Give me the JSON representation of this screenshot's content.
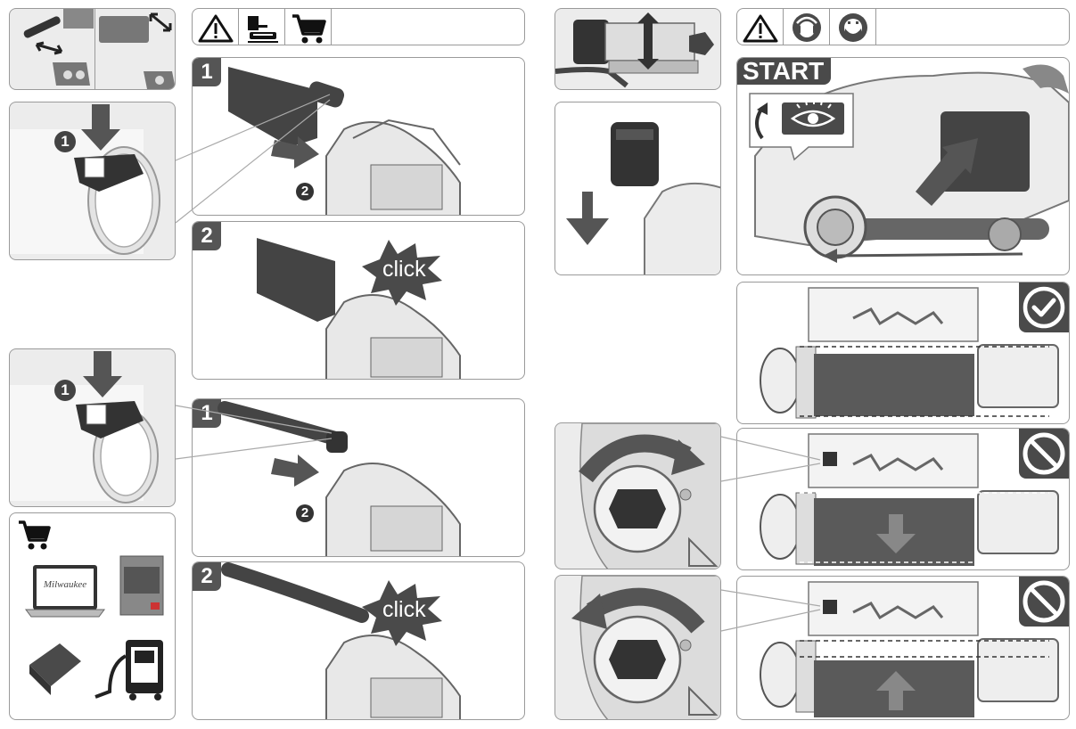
{
  "steps": {
    "one": "1",
    "two": "2",
    "three": "1",
    "four": "2"
  },
  "callouts": {
    "one": "1",
    "two": "2"
  },
  "click_text": "click",
  "start_label": "START",
  "icons": {
    "warning": "warning-triangle-icon",
    "accessory": "accessory-kit-icon",
    "cart": "shopping-cart-icon",
    "ear": "hearing-protection-icon",
    "mask": "dust-mask-icon",
    "eye": "eye-protection-icon",
    "ok": "check-circle-icon",
    "no": "prohibited-icon"
  },
  "brand_text": "Milwaukee",
  "colors": {
    "dark": "#4a4a4a",
    "panel_border": "#9a9a9a",
    "panel_grey": "#ececec"
  }
}
